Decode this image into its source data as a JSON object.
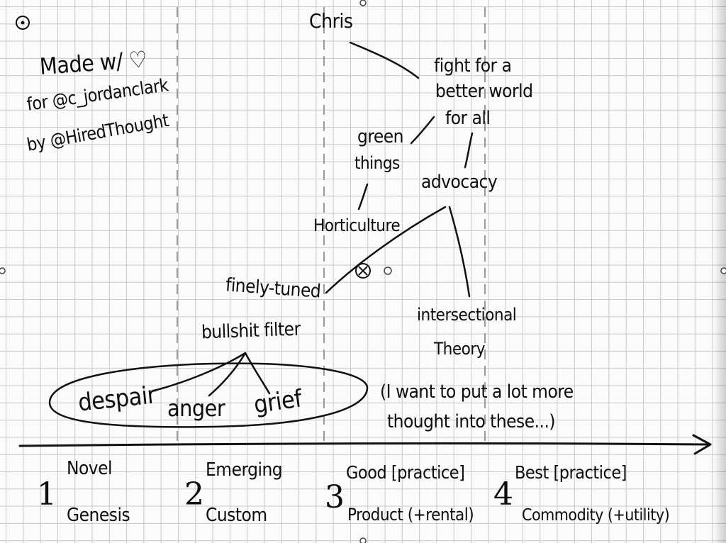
{
  "credit": {
    "line1": "Made w/ ♡",
    "line2": "for @c_jordanclark",
    "line3": "by @HiredThought"
  },
  "nodes": {
    "chris": "Chris",
    "fight": [
      "fight for a",
      "better world",
      "for all"
    ],
    "green": [
      "green",
      "things"
    ],
    "advocacy": "advocacy",
    "horticulture": "Horticulture",
    "filter": [
      "finely-tuned",
      "bullshit filter"
    ],
    "intersectional": [
      "intersectional",
      "Theory"
    ],
    "despair": "despair",
    "anger": "anger",
    "grief": "grief",
    "note": [
      "(I want to put a lot more",
      "thought into these...)"
    ]
  },
  "stages": [
    {
      "number": "1",
      "top": "Novel",
      "bottom": "Genesis"
    },
    {
      "number": "2",
      "top": "Emerging",
      "bottom": "Custom"
    },
    {
      "number": "3",
      "top": "Good [practice]",
      "bottom": "Product (+rental)"
    },
    {
      "number": "4",
      "top": "Best [practice]",
      "bottom": "Commodity (+utility)"
    }
  ],
  "colors": {
    "ink": "#0d0d0d",
    "grid": "#c9c9c9",
    "paper": "#fbfbfb",
    "dashed": "#9a9a9a"
  }
}
